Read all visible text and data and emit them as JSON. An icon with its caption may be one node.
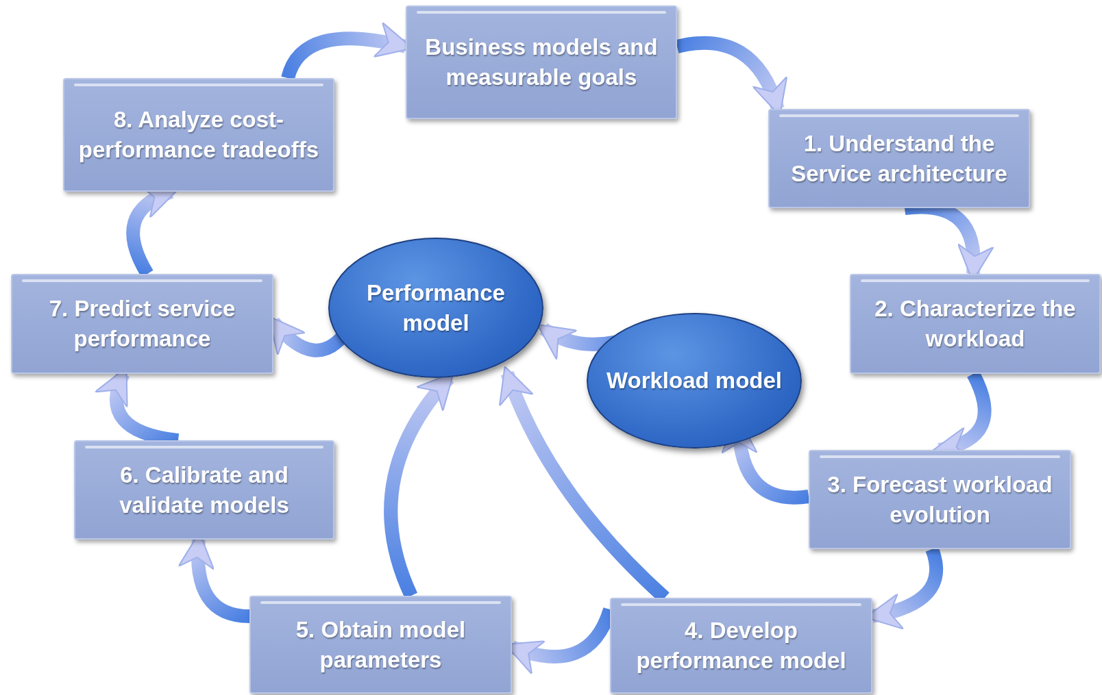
{
  "diagram": {
    "nodes": [
      {
        "text": [
          "Business models and measurable goals"
        ]
      },
      {
        "text": [
          "1. Understand the Service architecture"
        ]
      },
      {
        "text": [
          "2. Characterize the workload"
        ]
      },
      {
        "text": [
          "3. Forecast workload evolution"
        ]
      },
      {
        "text": [
          "4. Develop performance model"
        ]
      },
      {
        "text": [
          "5. Obtain model parameters"
        ]
      },
      {
        "text": [
          "6. Calibrate and validate models"
        ]
      },
      {
        "text": [
          "7. Predict service performance"
        ]
      },
      {
        "text": [
          "8. Analyze cost-performance tradeoffs"
        ]
      },
      {
        "text": [
          "Performance model"
        ]
      },
      {
        "text": [
          "Workload model"
        ]
      }
    ],
    "edges": [
      {
        "from": 8,
        "to": 0,
        "arrow": "to"
      },
      {
        "from": 0,
        "to": 1,
        "arrow": "to"
      },
      {
        "from": 1,
        "to": 2,
        "arrow": "to"
      },
      {
        "from": 2,
        "to": 3,
        "arrow": "to"
      },
      {
        "from": 3,
        "to": 4,
        "arrow": "to"
      },
      {
        "from": 4,
        "to": 5,
        "arrow": "to"
      },
      {
        "from": 5,
        "to": 6,
        "arrow": "to"
      },
      {
        "from": 6,
        "to": 7,
        "arrow": "to"
      },
      {
        "from": 7,
        "to": 8,
        "arrow": "to"
      },
      {
        "from": 9,
        "to": 7,
        "arrow": "to"
      },
      {
        "from": 10,
        "to": 9,
        "arrow": "to"
      },
      {
        "from": 3,
        "to": 10,
        "arrow": "to"
      },
      {
        "from": 5,
        "to": 9,
        "arrow": "to"
      },
      {
        "from": 4,
        "to": 9,
        "arrow": "to"
      }
    ]
  }
}
